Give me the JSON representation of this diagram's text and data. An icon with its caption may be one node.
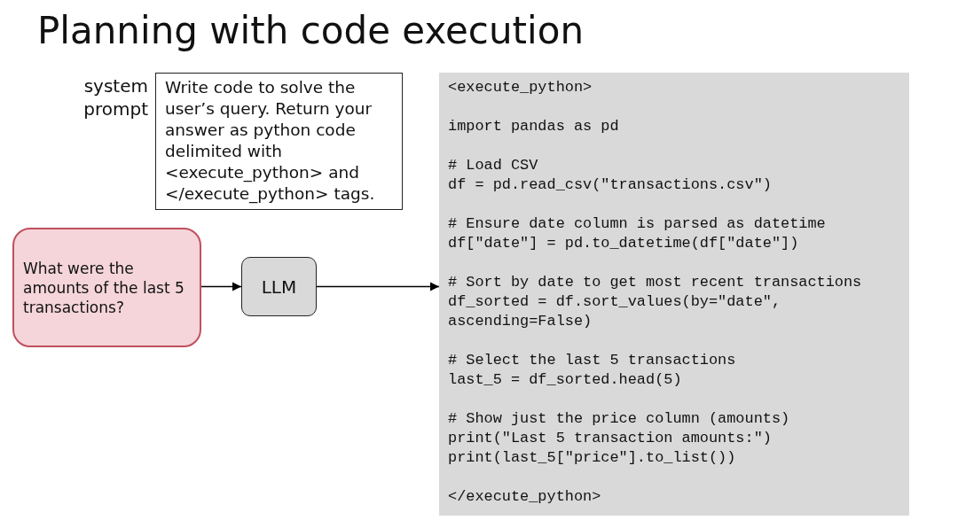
{
  "diagram": {
    "title": "Planning with code execution",
    "nodes": [
      {
        "text": [
          "Write code to solve the user’s query. Return your answer as python code delimited with <execute_python> and </execute_python> tags."
        ],
        "beside": [
          "system prompt"
        ]
      },
      {
        "text": [
          "What were the amounts of the last 5 transactions?"
        ]
      },
      {
        "text": [
          "LLM"
        ]
      },
      {
        "text": [
          "<execute_python>",
          "import pandas as pd",
          "# Load CSV",
          "df = pd.read_csv(\"transactions.csv\")",
          "# Ensure date column is parsed as datetime",
          "df[\"date\"] = pd.to_datetime(df[\"date\"])",
          "# Sort by date to get most recent transactions",
          "df_sorted = df.sort_values(by=\"date\", ascending=False)",
          "# Select the last 5 transactions",
          "last_5 = df_sorted.head(5)",
          "# Show just the price column (amounts)",
          "print(\"Last 5 transaction amounts:\")",
          "print(last_5[\"price\"].to_list())",
          "</execute_python>"
        ]
      }
    ],
    "edges": [
      {
        "from": 1,
        "to": 2,
        "arrow": "to"
      },
      {
        "from": 2,
        "to": 3,
        "arrow": "to"
      }
    ]
  }
}
